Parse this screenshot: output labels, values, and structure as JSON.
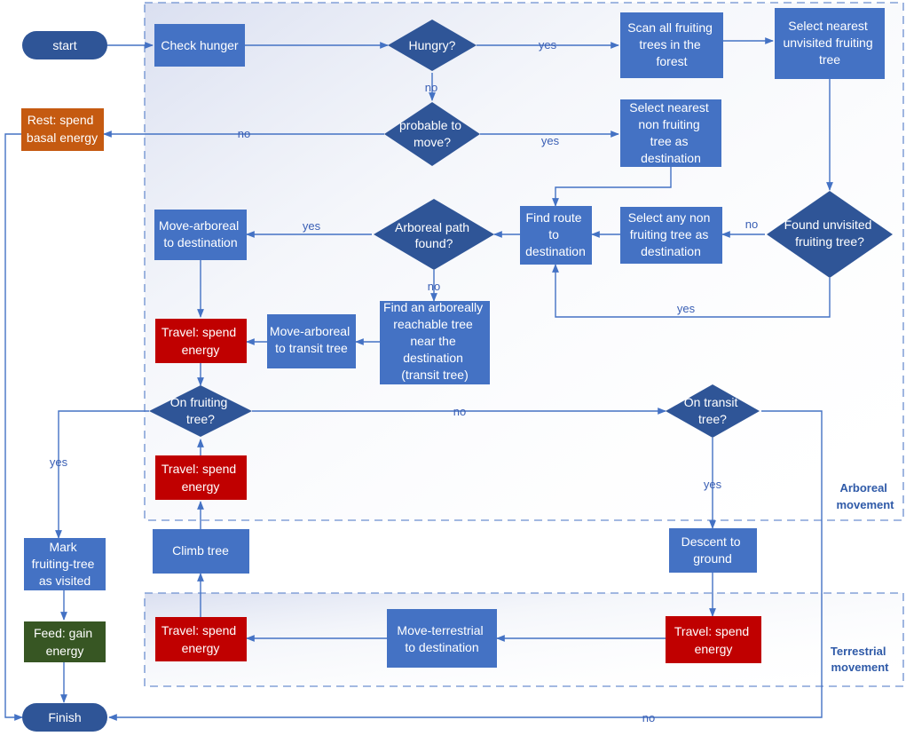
{
  "colors": {
    "box": "#4472c4",
    "diamond": "#2f5597",
    "terminal": "#2f5597",
    "rest": "#c55a11",
    "travel": "#c00000",
    "feed": "#375623",
    "edge": "#4472c4",
    "region_border": "#6c8fd0",
    "text_on_node": "#ffffff",
    "edge_label": "#3a5fb5"
  },
  "regions": {
    "arboreal": [
      "Arboreal",
      "movement"
    ],
    "terrestrial": [
      "Terrestrial",
      "movement"
    ]
  },
  "nodes": {
    "start": [
      "start"
    ],
    "check_hunger": [
      "Check hunger"
    ],
    "hungry": [
      "Hungry?"
    ],
    "scan_trees": [
      "Scan all fruiting",
      "trees in the",
      "forest"
    ],
    "select_nearest_unvisited": [
      "Select nearest",
      "unvisited fruiting",
      "tree"
    ],
    "rest": [
      "Rest: spend",
      "basal energy"
    ],
    "probable_to_move": [
      "probable to",
      "move?"
    ],
    "select_nearest_non_fruiting": [
      "Select nearest",
      "non fruiting",
      "tree as",
      "destination"
    ],
    "move_arboreal_dest": [
      "Move-arboreal",
      "to destination"
    ],
    "arboreal_path_found": [
      "Arboreal path",
      "found?"
    ],
    "find_route": [
      "Find route",
      "to",
      "destination"
    ],
    "select_any_non_fruiting": [
      "Select any non",
      "fruiting tree as",
      "destination"
    ],
    "found_unvisited": [
      "Found unvisited",
      "fruiting tree?"
    ],
    "travel_1": [
      "Travel: spend",
      "energy"
    ],
    "move_arboreal_transit": [
      "Move-arboreal",
      "to transit tree"
    ],
    "find_transit": [
      "Find an arboreally",
      "reachable tree",
      "near the",
      "destination",
      "(transit tree)"
    ],
    "on_fruiting_tree": [
      "On fruiting",
      "tree?"
    ],
    "on_transit_tree": [
      "On transit",
      "tree?"
    ],
    "travel_2": [
      "Travel: spend",
      "energy"
    ],
    "mark_visited": [
      "Mark",
      "fruiting-tree",
      "as visited"
    ],
    "climb_tree": [
      "Climb tree"
    ],
    "descent": [
      "Descent to",
      "ground"
    ],
    "feed": [
      "Feed: gain",
      "energy"
    ],
    "travel_3": [
      "Travel: spend",
      "energy"
    ],
    "move_terrestrial": [
      "Move-terrestrial",
      "to destination"
    ],
    "travel_4": [
      "Travel: spend",
      "energy"
    ],
    "finish": [
      "Finish"
    ]
  },
  "edge_labels": {
    "hungry_yes": "yes",
    "hungry_no": "no",
    "probable_no": "no",
    "probable_yes": "yes",
    "arboreal_yes": "yes",
    "arboreal_no": "no",
    "found_no": "no",
    "found_yes": "yes",
    "fruiting_yes": "yes",
    "fruiting_no": "no",
    "transit_yes": "yes",
    "transit_no": "no"
  }
}
